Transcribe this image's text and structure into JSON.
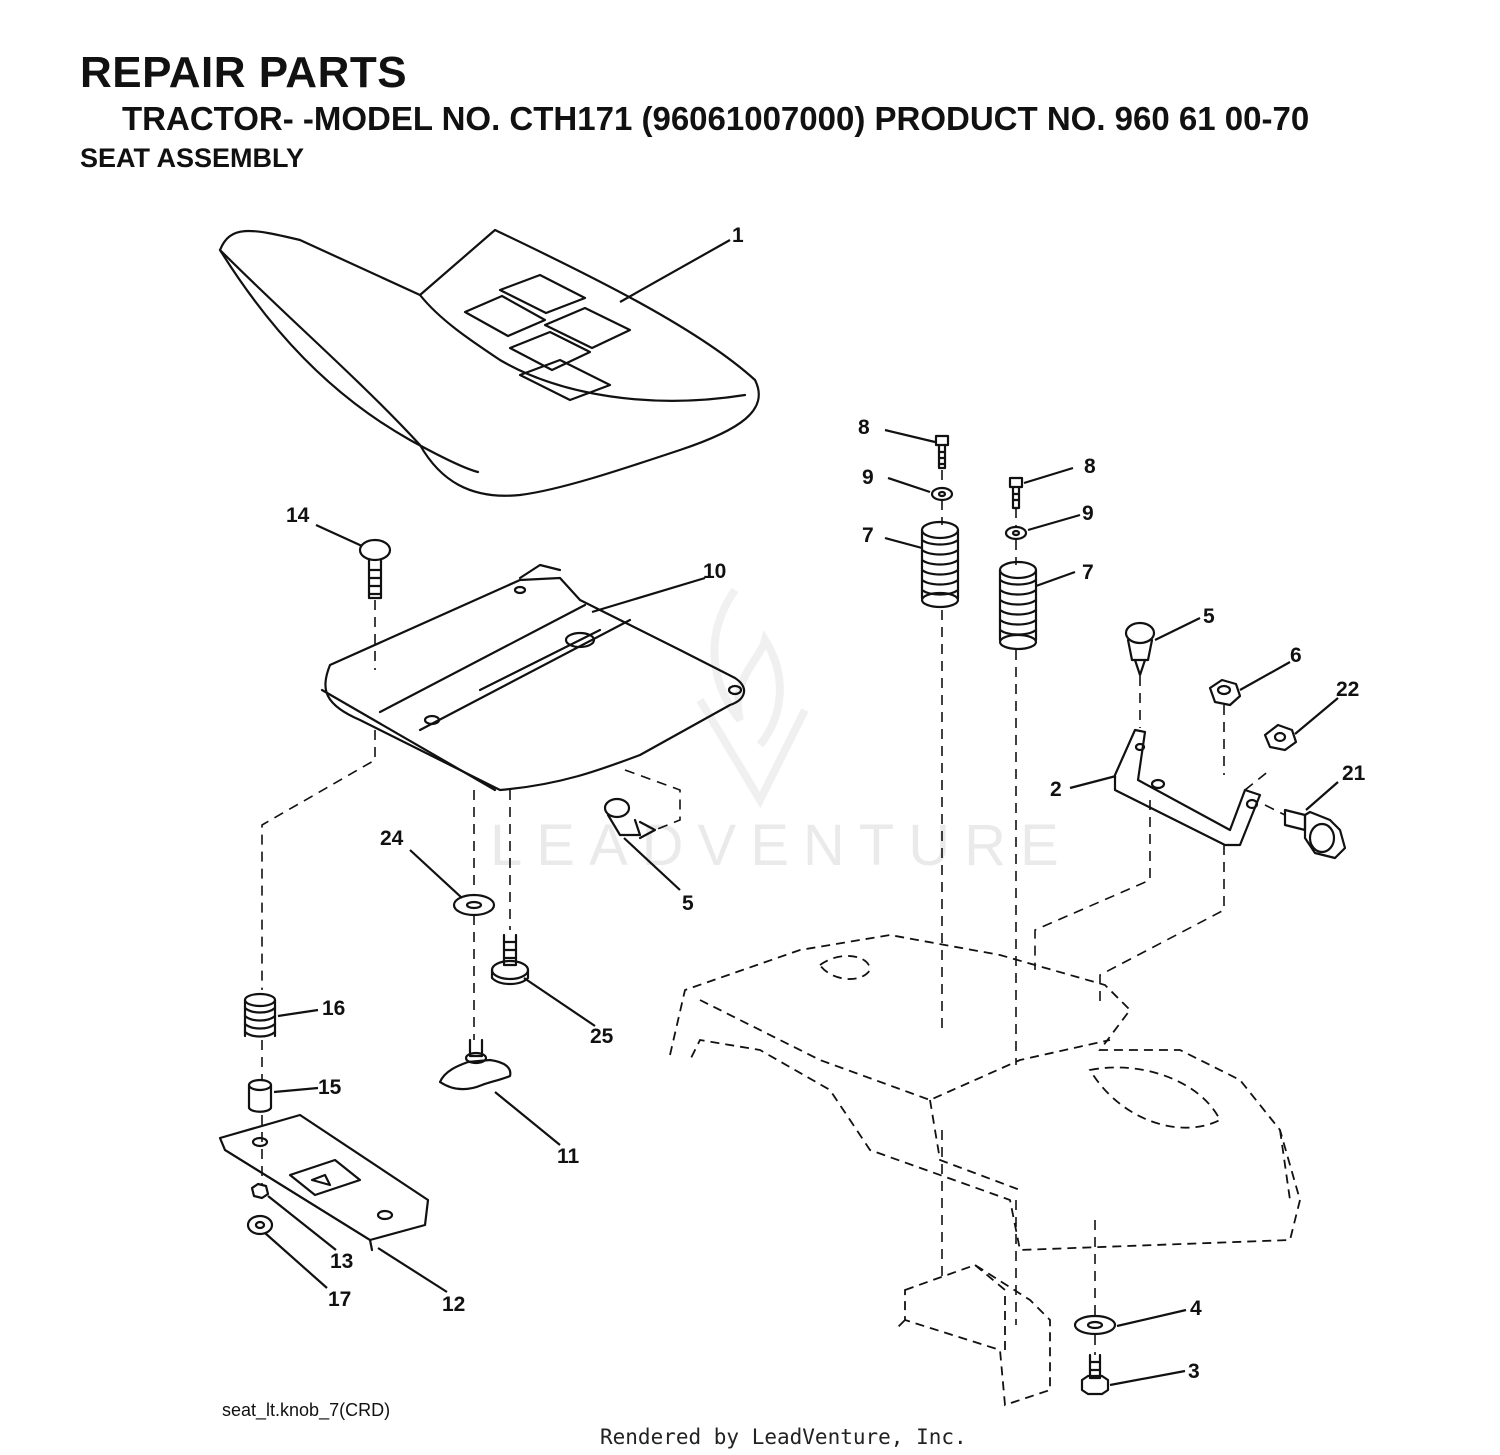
{
  "header": {
    "title": "REPAIR PARTS",
    "subtitle": "TRACTOR- -MODEL NO. CTH171 (96061007000) PRODUCT NO. 960 61 00-70",
    "section": "SEAT ASSEMBLY"
  },
  "callouts": [
    "1",
    "14",
    "10",
    "8",
    "9",
    "7",
    "8",
    "9",
    "7",
    "5",
    "6",
    "22",
    "2",
    "21",
    "24",
    "5",
    "16",
    "25",
    "15",
    "11",
    "13",
    "17",
    "12",
    "4",
    "3"
  ],
  "watermark": "LEADVENTURE",
  "footer": {
    "file_id": "seat_lt.knob_7(CRD)",
    "credit": "Rendered by LeadVenture, Inc."
  }
}
